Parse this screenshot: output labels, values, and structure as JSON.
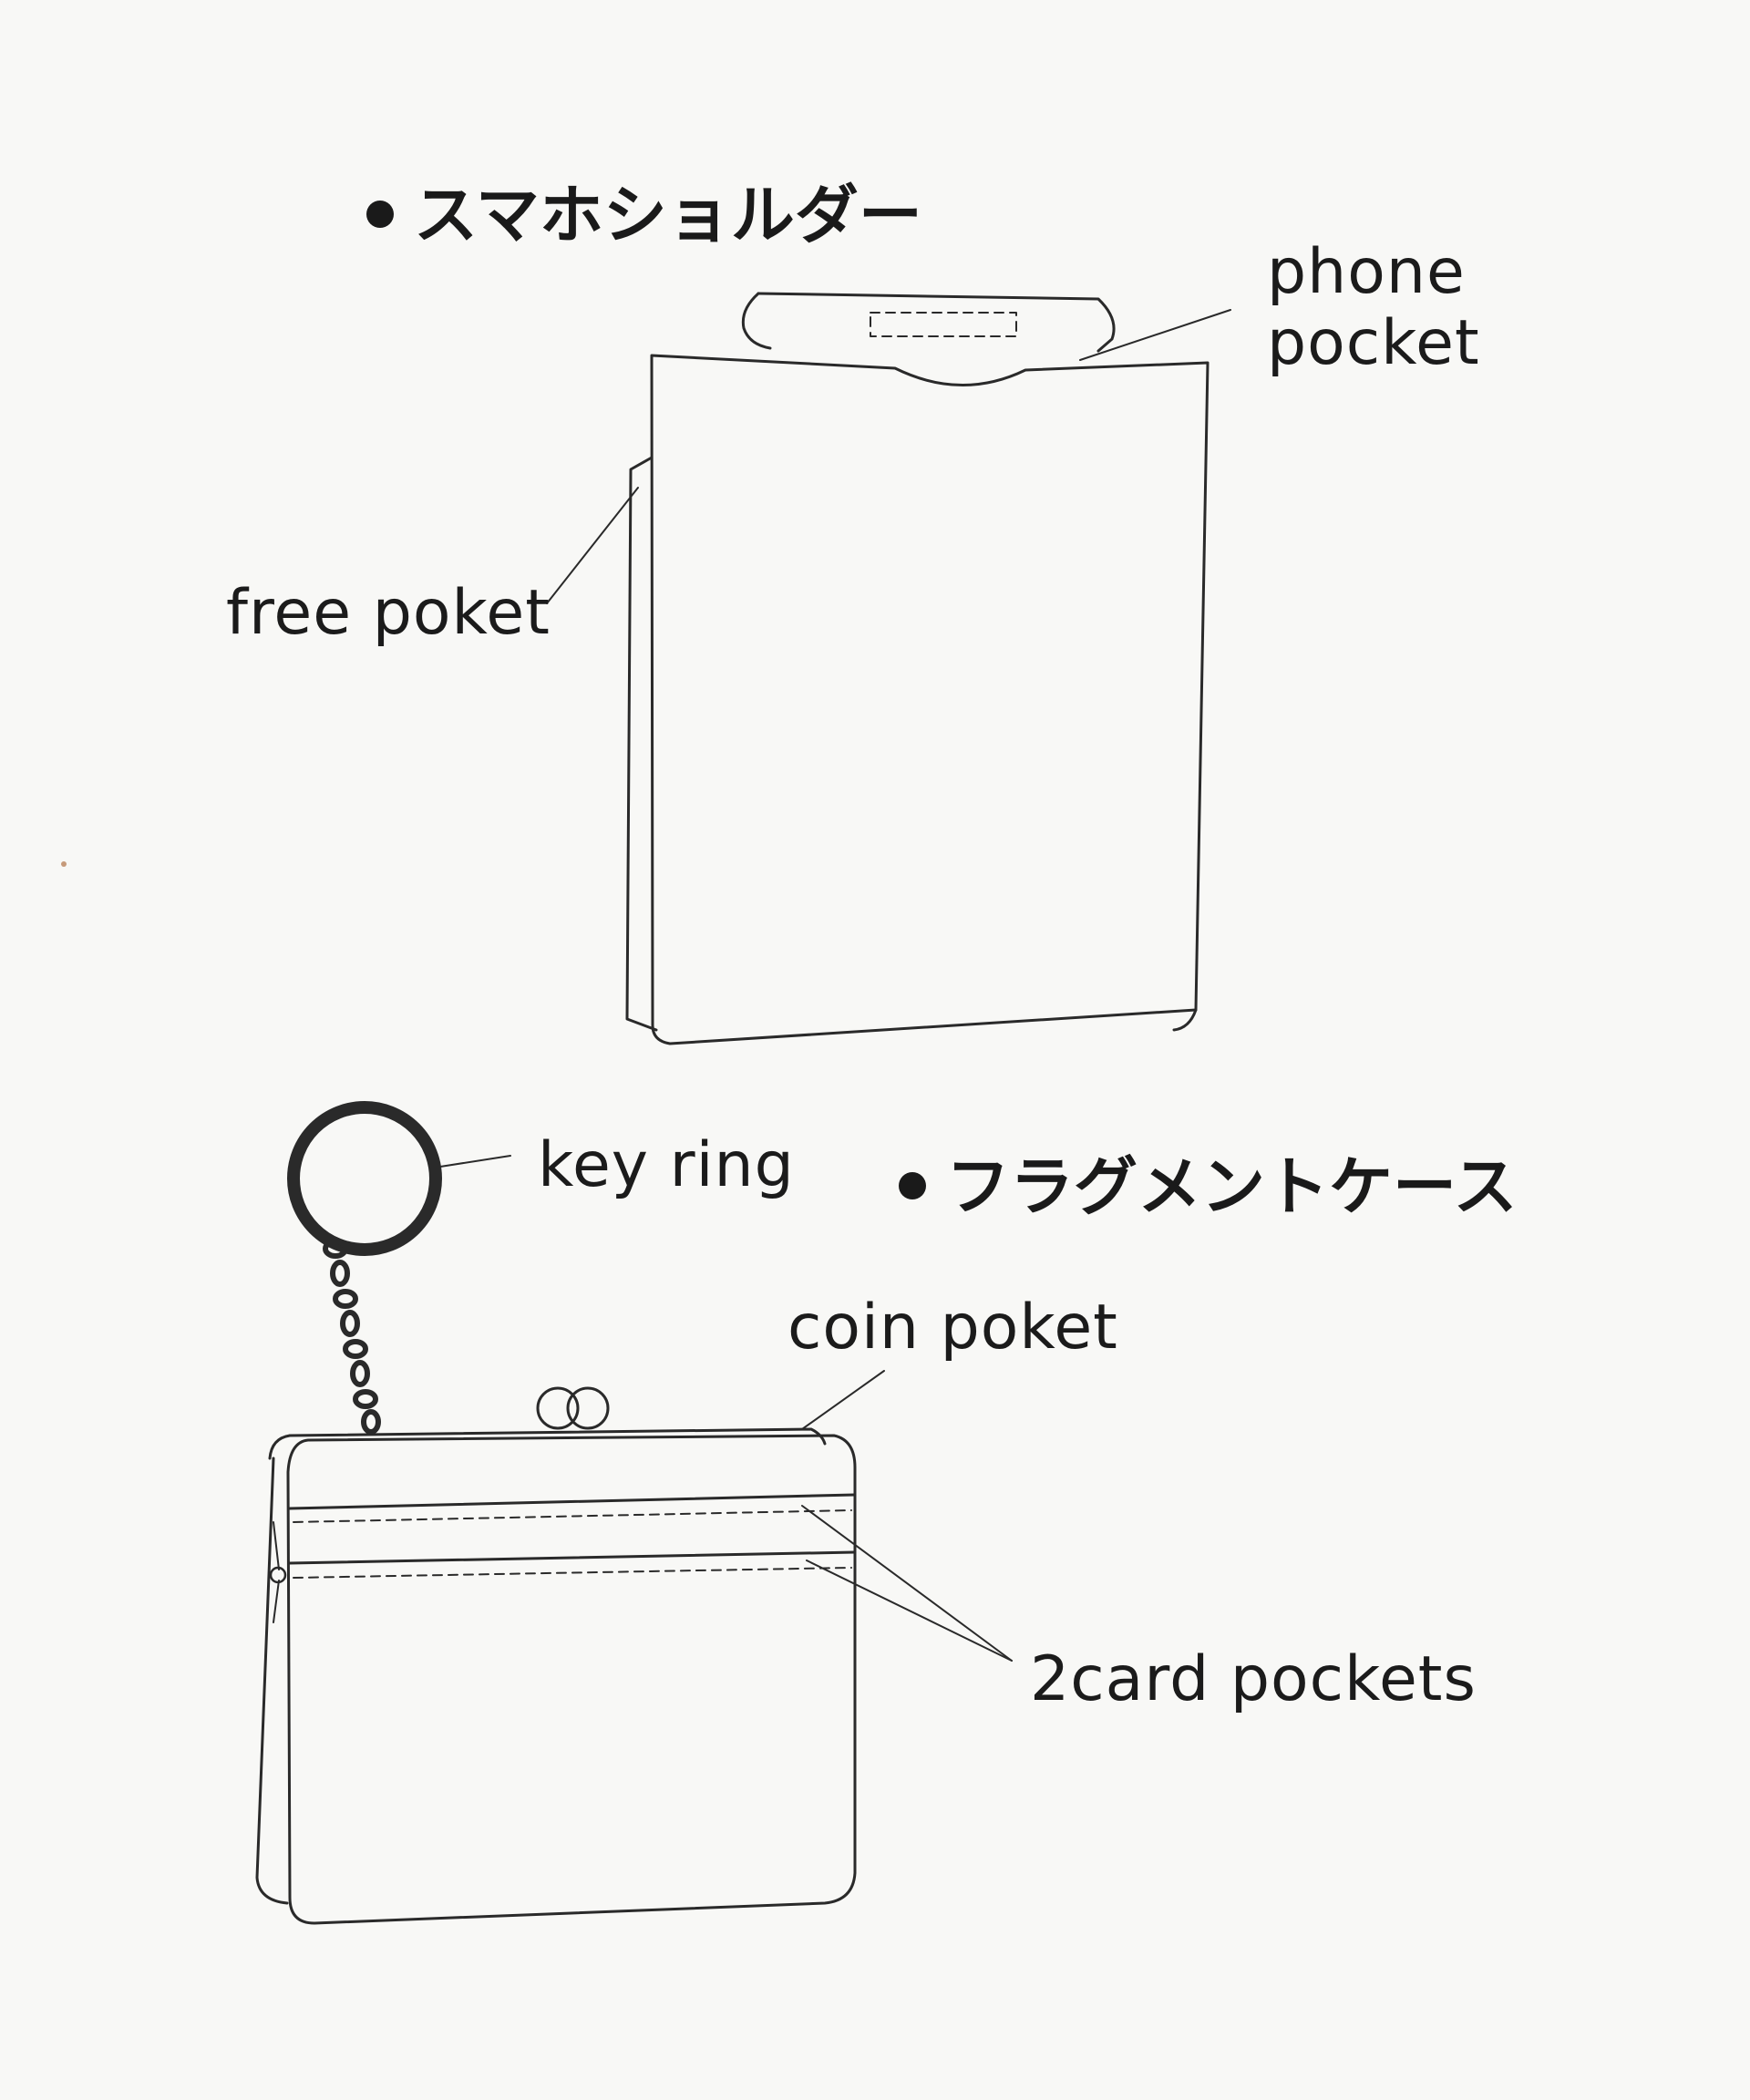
{
  "titles": {
    "shoulder": "スマホショルダー",
    "fragment": "フラグメントケース"
  },
  "labels": {
    "phone_pocket": [
      "phone",
      "pocket"
    ],
    "free_pocket": "free poket",
    "key_ring": "key ring",
    "coin_pocket": "coin poket",
    "card_pockets": "2card pockets"
  },
  "colors": {
    "line": "#2a2a2a",
    "paper": "#f8f8f6",
    "text": "#1b1b1b"
  }
}
